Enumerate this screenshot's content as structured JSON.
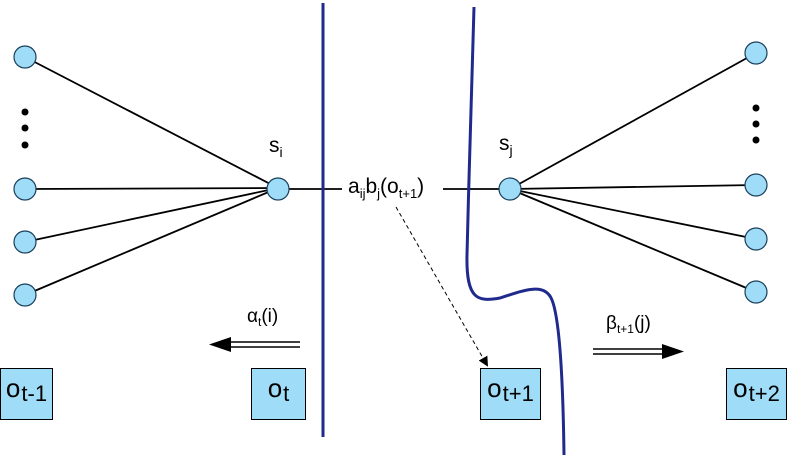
{
  "diagram": {
    "title": "HMM forward-backward trellis slice",
    "colors": {
      "node_fill": "#9fdcf7",
      "node_stroke": "#1a3f5a",
      "edge": "#000000",
      "divider": "#1f2a8c",
      "box_fill": "#9fdcf7"
    },
    "states": {
      "left": {
        "base": "s",
        "sub": "i"
      },
      "right": {
        "base": "s",
        "sub": "j"
      }
    },
    "transition_label": {
      "a": "a",
      "a_sub": "ij",
      "b": "b",
      "b_sub": "j",
      "open": "(o",
      "o_sub": "t+1",
      "close": ")"
    },
    "alpha_label": {
      "base": "α",
      "sub": "t",
      "arg": "(i)"
    },
    "beta_label": {
      "base": "β",
      "sub": "t+1",
      "arg": "(j)"
    },
    "observations": [
      {
        "base": "o",
        "sub": "t-1"
      },
      {
        "base": "o",
        "sub": "t"
      },
      {
        "base": "o",
        "sub": "t+1"
      },
      {
        "base": "o",
        "sub": "t+2"
      }
    ],
    "left_predecessor_nodes": 4,
    "right_successor_nodes": 4,
    "ellipsis": "⋮"
  }
}
